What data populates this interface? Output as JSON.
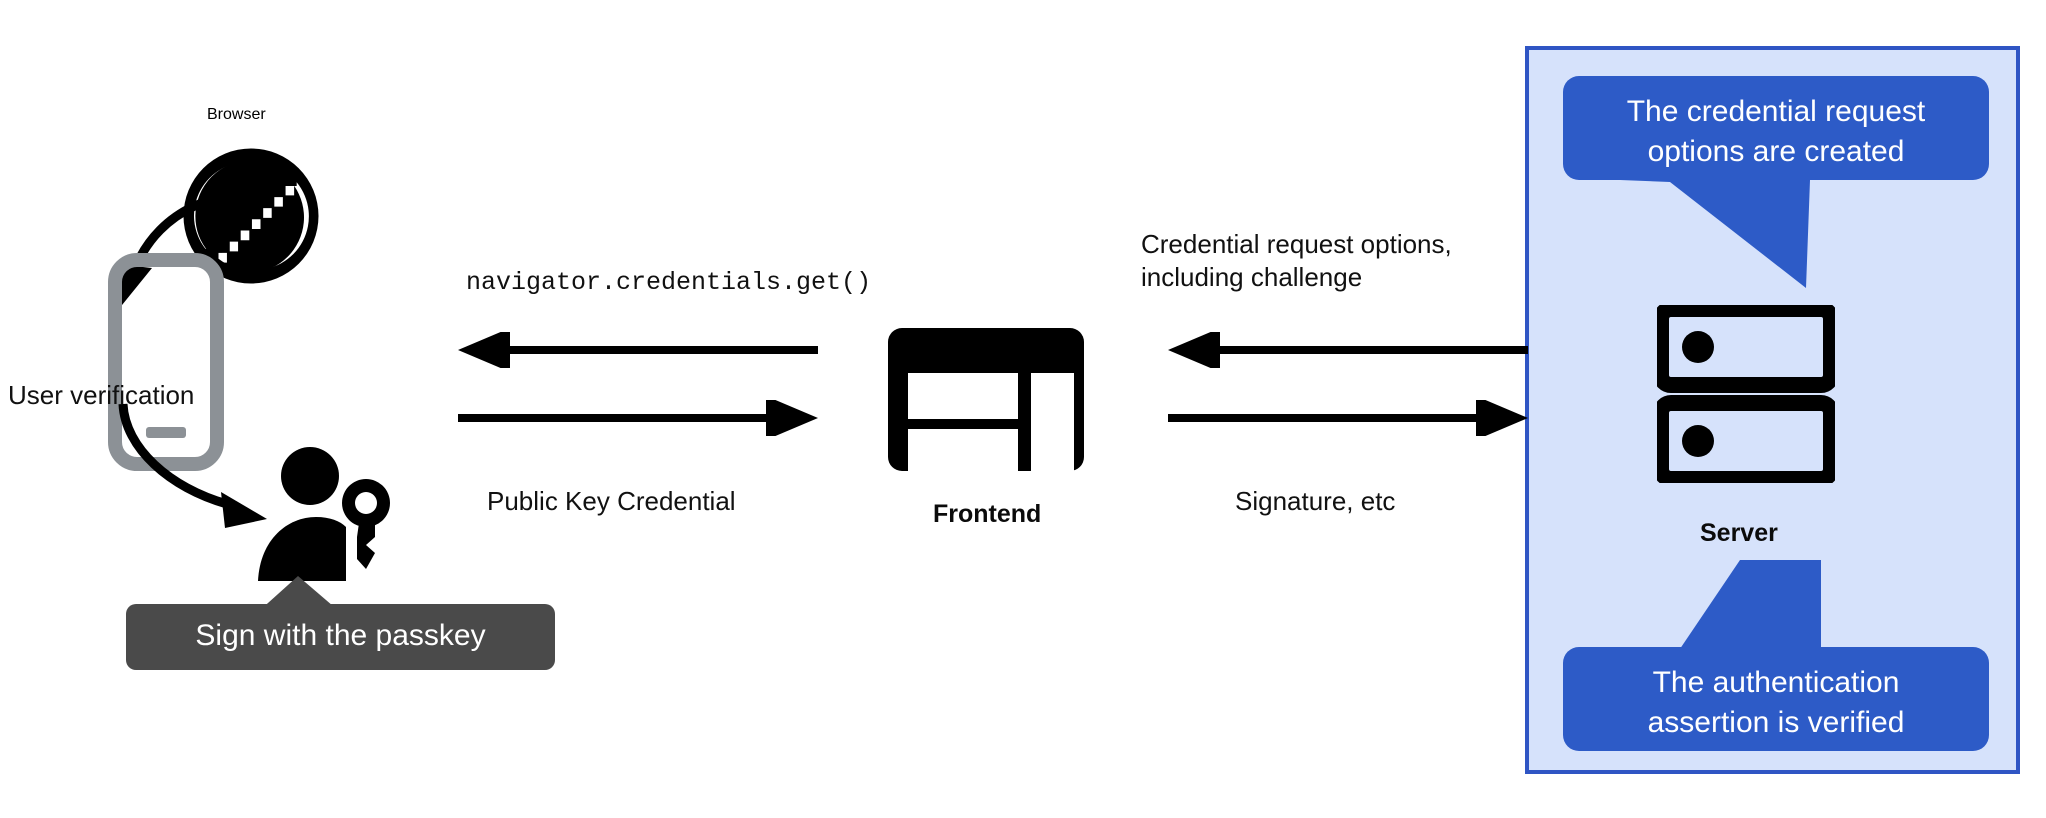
{
  "diagram": {
    "title": "WebAuthn passkey authentication flow",
    "colors": {
      "panel_fill": "#d6e2fb",
      "panel_border": "#2f55c4",
      "bubble_fill": "#2d5bc7",
      "bubble_text": "#ffffff",
      "tooltip_fill": "#4a4a4a",
      "tooltip_text": "#ffffff",
      "ink": "#000000",
      "device_gray": "#8c9196"
    }
  },
  "browser": {
    "label": "Browser",
    "icon": "globe-icon"
  },
  "device": {
    "icon": "mobile-phone-icon",
    "verification_label": "User verification"
  },
  "user": {
    "icon": "person-with-key-icon",
    "tooltip": "Sign with the passkey"
  },
  "frontend": {
    "label": "Frontend",
    "icon": "dashboard-layout-icon"
  },
  "server": {
    "label": "Server",
    "icon": "server-racks-icon",
    "callout_top": "The credential request\noptions are created",
    "callout_bottom": "The authentication\nassertion is verified"
  },
  "flows": {
    "browser_to_frontend_in": "navigator.credentials.get()",
    "browser_to_frontend_out": "Public Key Credential",
    "server_to_frontend_in": "Credential request options,\nincluding challenge",
    "server_to_frontend_out": "Signature, etc"
  }
}
